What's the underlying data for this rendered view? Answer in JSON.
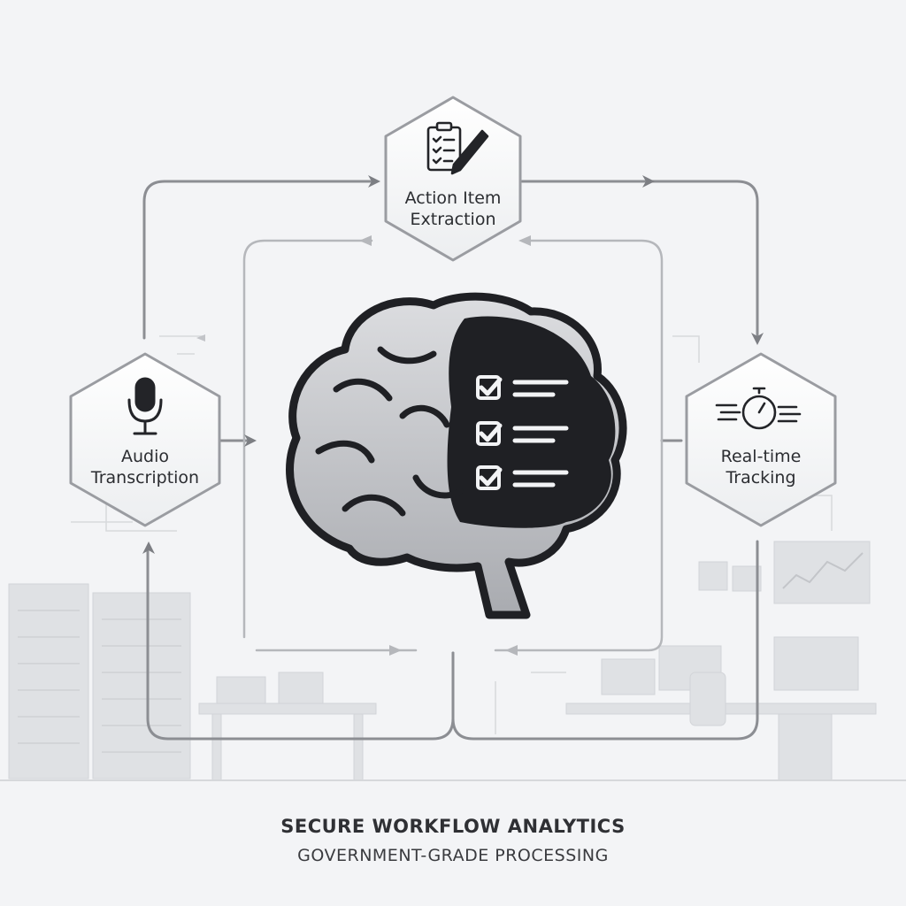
{
  "nodes": {
    "action_item": {
      "line1": "Action Item",
      "line2": "Extraction",
      "icon": "checklist-pen-icon"
    },
    "audio": {
      "line1": "Audio",
      "line2": "Transcription",
      "icon": "microphone-icon"
    },
    "tracking": {
      "line1": "Real-time",
      "line2": "Tracking",
      "icon": "stopwatch-speed-icon"
    },
    "center": {
      "icon": "brain-checklist-icon"
    }
  },
  "footer": {
    "title": "SECURE WORKFLOW ANALYTICS",
    "subtitle": "GOVERNMENT-GRADE PROCESSING"
  },
  "colors": {
    "background": "#f3f4f6",
    "line": "#8c8e93",
    "dark": "#1f2024",
    "node_fill": "#f7f7f8",
    "node_stroke": "#9a9ca1"
  }
}
